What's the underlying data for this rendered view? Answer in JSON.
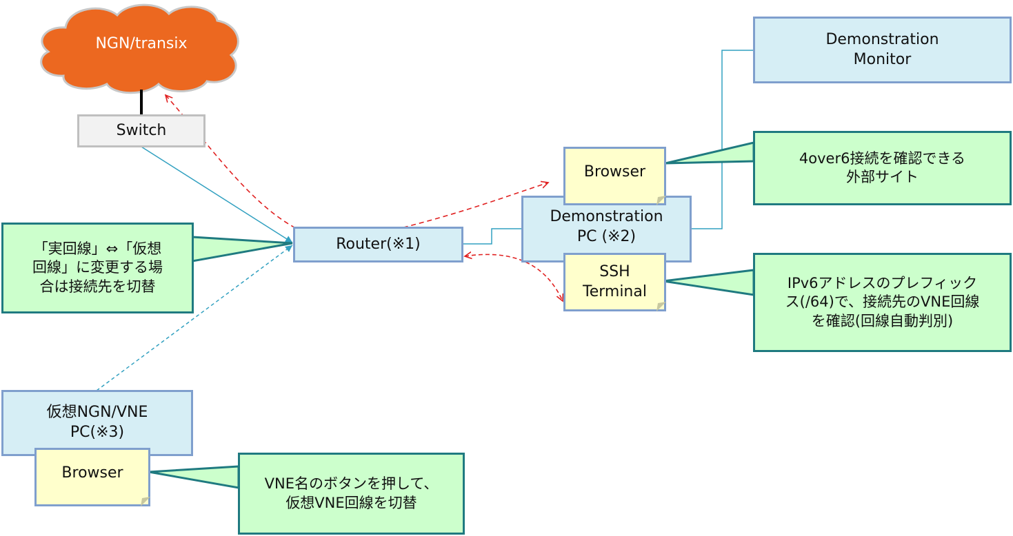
{
  "colors": {
    "cloud_fill": "#ec6820",
    "cloud_outline": "#c8c8c8",
    "node_fill": "#d6eef5",
    "node_border": "#7f9fcd",
    "note_fill": "#ffffcc",
    "callout_fill": "#ccffcc",
    "callout_border": "#1f7a80",
    "connector": "#31a0c0",
    "dashed_arrow": "#e02020"
  },
  "nodes": {
    "cloud": "NGN/transix",
    "switch": "Switch",
    "router": "Router(※1)",
    "demo_pc": "Demonstration\nPC (※2)",
    "demo_monitor": "Demonstration\nMonitor",
    "browser_top": "Browser",
    "ssh_terminal": "SSH\nTerminal",
    "vne_pc": "仮想NGN/VNE\nPC(※3)",
    "browser_bottom": "Browser"
  },
  "callouts": {
    "switch_line": "「実回線」⇔「仮想\n回線」に変更する場\n合は接続先を切替",
    "external_site": "4over6接続を確認できる\n外部サイト",
    "ipv6_prefix": "IPv6アドレスのプレフィック\nス(/64)で、接続先のVNE回線\nを確認(回線自動判別)",
    "vne_button": "VNE名のボタンを押して、\n仮想VNE回線を切替"
  }
}
